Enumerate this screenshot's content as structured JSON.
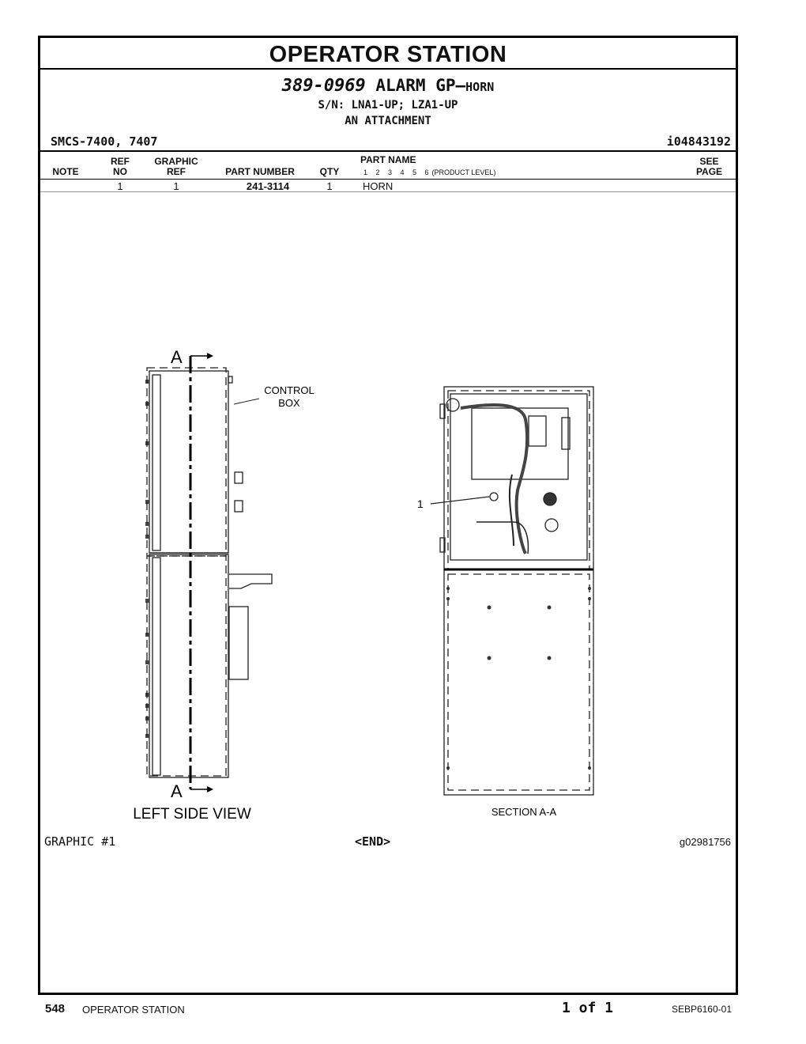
{
  "header": {
    "section_title": "OPERATOR STATION",
    "part_number": "389-0969",
    "group_name": "ALARM GP",
    "dash": "–",
    "group_sub": "HORN",
    "serial_numbers": "S/N: LNA1-UP; LZA1-UP",
    "attachment_note": "AN ATTACHMENT",
    "smcs": "SMCS-7400, 7407",
    "illustration_id": "i04843192"
  },
  "table": {
    "headers": {
      "note": "NOTE",
      "ref_no_1": "REF",
      "ref_no_2": "NO",
      "graphic_ref_1": "GRAPHIC",
      "graphic_ref_2": "REF",
      "part_number": "PART NUMBER",
      "qty": "QTY",
      "part_name": "PART NAME",
      "levels": "1 2 3 4 5 6",
      "product_level": "(PRODUCT LEVEL)",
      "see_page_1": "SEE",
      "see_page_2": "PAGE"
    },
    "rows": [
      {
        "note": "",
        "ref_no": "1",
        "graphic_ref": "1",
        "part_number": "241-3114",
        "qty": "1",
        "part_name": "HORN",
        "see_page": ""
      }
    ]
  },
  "figure": {
    "left_view_label": "LEFT SIDE VIEW",
    "section_label": "SECTION A-A",
    "control_box_line1": "CONTROL",
    "control_box_line2": "BOX",
    "section_mark_top": "A",
    "section_mark_bottom": "A",
    "callout": "1"
  },
  "graphic_block": {
    "graphic_label": "GRAPHIC #1",
    "end_marker": "<END>",
    "graphic_number": "g02981756"
  },
  "footer": {
    "page_number": "548",
    "section_title": "OPERATOR STATION",
    "page_of": "1 of 1",
    "document_id": "SEBP6160-01"
  }
}
